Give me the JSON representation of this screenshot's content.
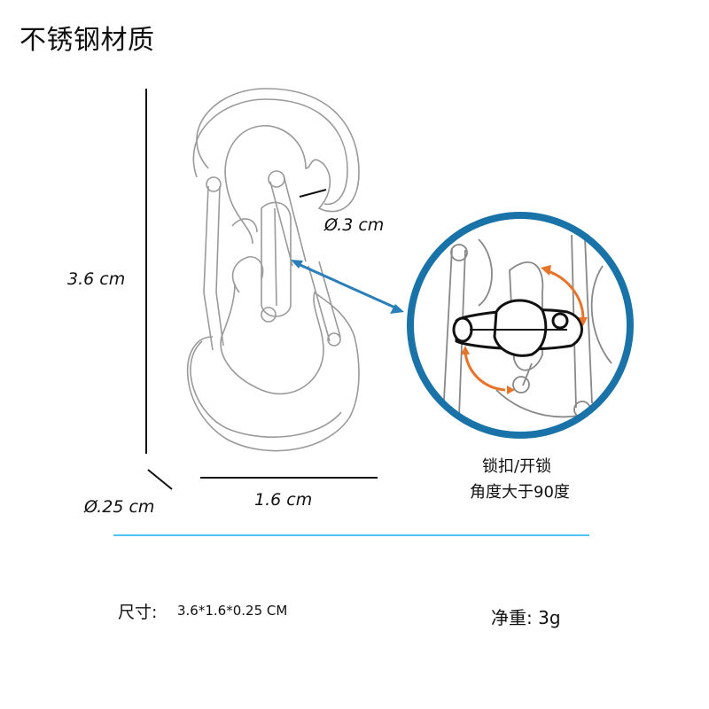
{
  "title": "不锈钢材质",
  "dimensions": {
    "height": "3.6 cm",
    "width": "1.6 cm",
    "gate": "Ø.3 cm",
    "thickness": "Ø.25 cm"
  },
  "lock_note": {
    "line1": "锁扣/开锁",
    "line2": "角度大于90度"
  },
  "size": {
    "label": "尺寸:",
    "value": "3.6*1.6*0.25 CM"
  },
  "weight": {
    "text": "净重: 3g"
  },
  "colors": {
    "callout_ring": "#1a73a8",
    "arrow": "#2a7fb8",
    "rotation_arrows": "#e8742a",
    "divider": "#4fc3f7"
  }
}
